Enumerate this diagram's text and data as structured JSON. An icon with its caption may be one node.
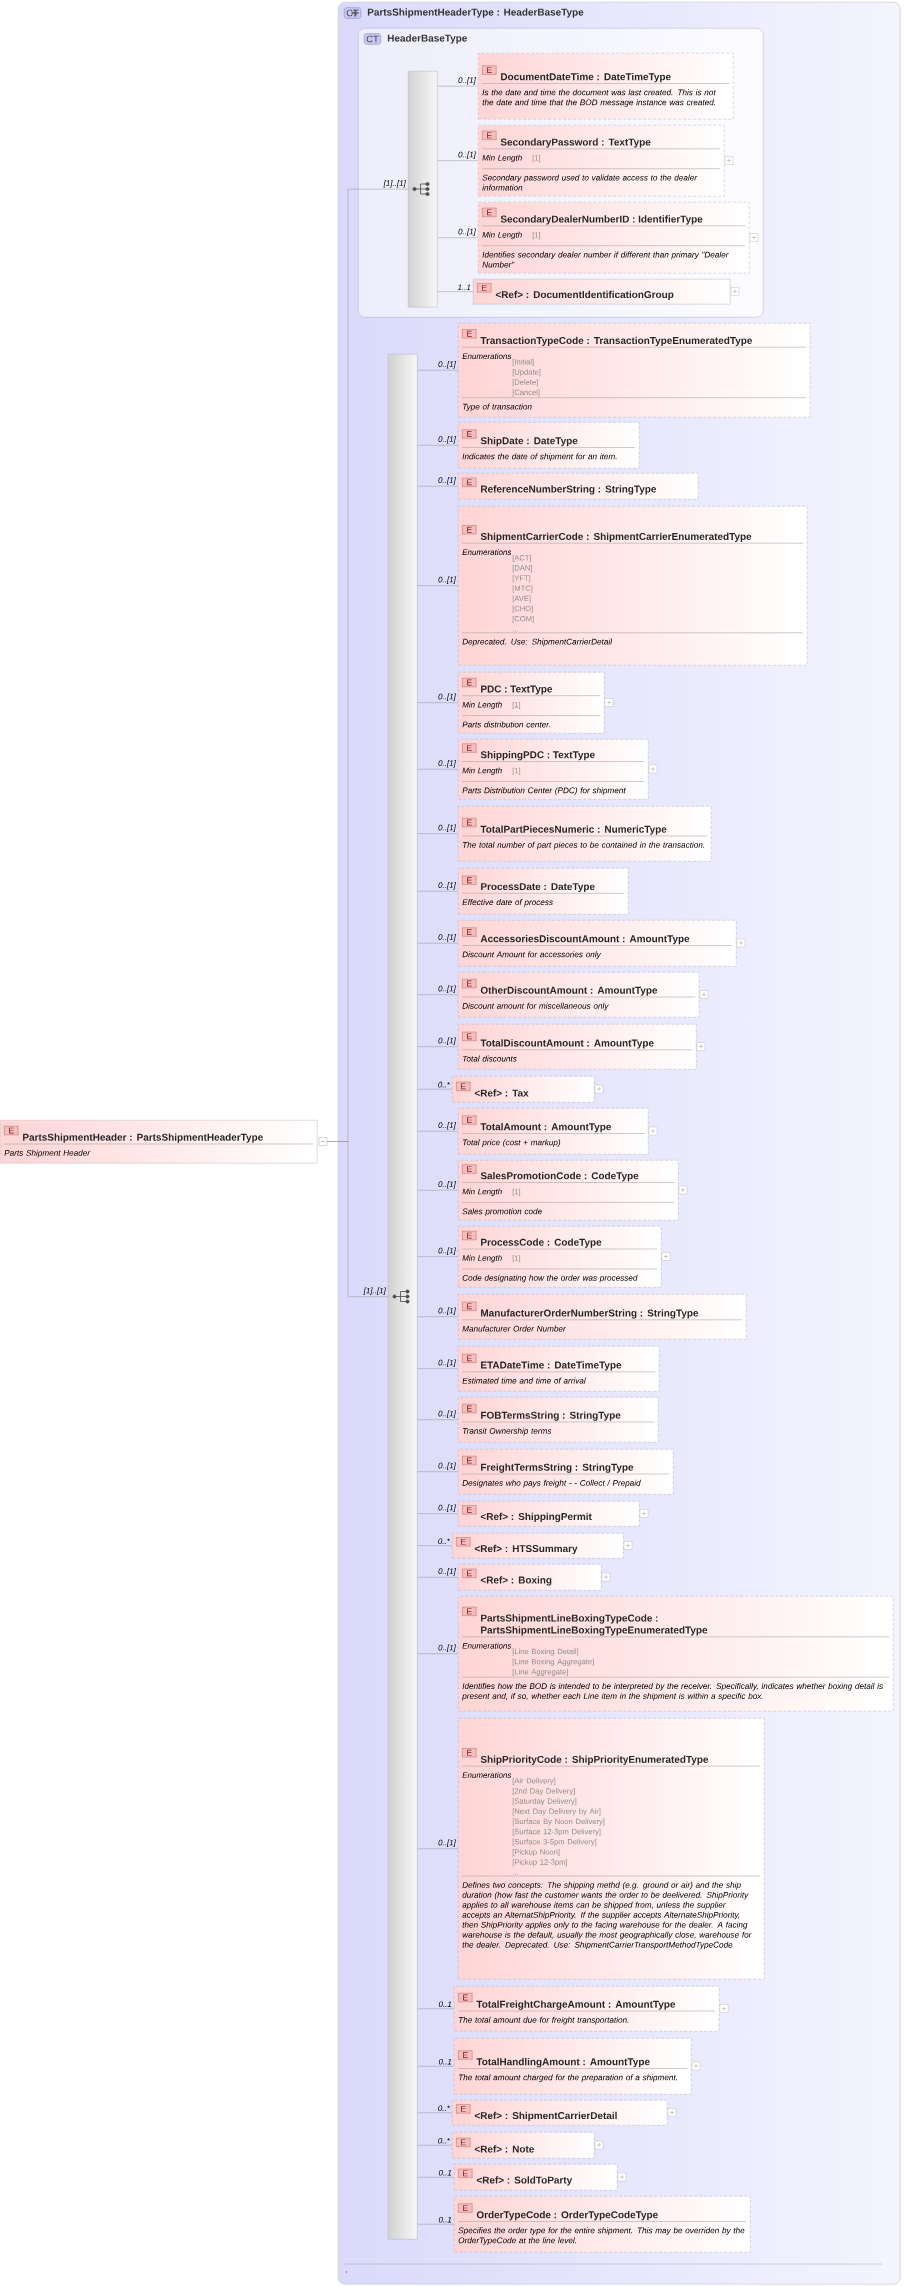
{
  "diagram": {
    "nodes": [
      {
        "text": [
          "E",
          "PartsShipmentHeader : PartsShipmentHeaderType",
          "Parts Shipment Header"
        ]
      },
      {
        "text": [
          "CT",
          "PartsShipmentHeaderType : HeaderBaseType",
          "."
        ]
      },
      {
        "text": [
          "CT",
          "HeaderBaseType"
        ],
        "in": 1
      },
      {
        "text": [],
        "shape": "bar",
        "in": 2
      },
      {
        "text": [
          "E",
          "DocumentDateTime : DateTimeType",
          "Is the date and time the document was last created. This is not the date and time that the BOD message instance was created."
        ],
        "in": 2
      },
      {
        "text": [
          "E",
          "SecondaryPassword : TextType",
          "Min Length",
          "[1]",
          "Secondary password used to validate access to the dealer information"
        ],
        "in": 2
      },
      {
        "text": [
          "E",
          "SecondaryDealerNumberID : IdentifierType",
          "Min Length",
          "[1]",
          "Identifies secondary dealer number if different than primary \"Dealer Number\""
        ],
        "in": 2
      },
      {
        "text": [
          "E",
          "<Ref> : DocumentIdentificationGroup"
        ],
        "in": 2
      },
      {
        "text": [],
        "shape": "bar",
        "in": 1
      },
      {
        "text": [
          "E",
          "TransactionTypeCode : TransactionTypeEnumeratedType",
          "Enumerations",
          "[Initial]",
          "[Update]",
          "[Delete]",
          "[Cancel]",
          "Type of transaction"
        ],
        "in": 1
      },
      {
        "text": [
          "E",
          "ShipDate : DateType",
          "Indicates the date of shipment for an item."
        ],
        "in": 1
      },
      {
        "text": [
          "E",
          "ReferenceNumberString : StringType"
        ],
        "in": 1
      },
      {
        "text": [
          "E",
          "ShipmentCarrierCode : ShipmentCarrierEnumeratedType",
          "Enumerations",
          "[ACT]",
          "[DAN]",
          "[YFT]",
          "[MTC]",
          "[AVE]",
          "[CHO]",
          "[COM]",
          "...",
          "Deprecated. Use: ShipmentCarrierDetail"
        ],
        "in": 1
      },
      {
        "text": [
          "E",
          "PDC : TextType",
          "Min Length",
          "[1]",
          "Parts distribution center."
        ],
        "in": 1
      },
      {
        "text": [
          "E",
          "ShippingPDC : TextType",
          "Min Length",
          "[1]",
          "Parts Distribution Center (PDC) for shipment"
        ],
        "in": 1
      },
      {
        "text": [
          "E",
          "TotalPartPiecesNumeric : NumericType",
          "The total number of part pieces to be contained in the transaction."
        ],
        "in": 1
      },
      {
        "text": [
          "E",
          "ProcessDate : DateType",
          "Effective date of process"
        ],
        "in": 1
      },
      {
        "text": [
          "E",
          "AccessoriesDiscountAmount : AmountType",
          "Discount Amount for accessories only"
        ],
        "in": 1
      },
      {
        "text": [
          "E",
          "OtherDiscountAmount : AmountType",
          "Discount amount for miscellaneous only"
        ],
        "in": 1
      },
      {
        "text": [
          "E",
          "TotalDiscountAmount : AmountType",
          "Total discounts"
        ],
        "in": 1
      },
      {
        "text": [
          "E",
          "<Ref> : Tax"
        ],
        "in": 1
      },
      {
        "text": [
          "E",
          "TotalAmount : AmountType",
          "Total price (cost + markup)"
        ],
        "in": 1
      },
      {
        "text": [
          "E",
          "SalesPromotionCode : CodeType",
          "Min Length",
          "[1]",
          "Sales promotion code"
        ],
        "in": 1
      },
      {
        "text": [
          "E",
          "ProcessCode : CodeType",
          "Min Length",
          "[1]",
          "Code designating how the order was processed"
        ],
        "in": 1
      },
      {
        "text": [
          "E",
          "ManufacturerOrderNumberString : StringType",
          "Manufacturer Order Number"
        ],
        "in": 1
      },
      {
        "text": [
          "E",
          "ETADateTime : DateTimeType",
          "Estimated time and time of arrival"
        ],
        "in": 1
      },
      {
        "text": [
          "E",
          "FOBTermsString : StringType",
          "Transit Ownership terms"
        ],
        "in": 1
      },
      {
        "text": [
          "E",
          "FreightTermsString : StringType",
          "Designates who pays freight - - Collect / Prepaid"
        ],
        "in": 1
      },
      {
        "text": [
          "E",
          "<Ref> : ShippingPermit"
        ],
        "in": 1
      },
      {
        "text": [
          "E",
          "<Ref> : HTSSummary"
        ],
        "in": 1
      },
      {
        "text": [
          "E",
          "<Ref> : Boxing"
        ],
        "in": 1
      },
      {
        "text": [
          "E",
          "PartsShipmentLineBoxingTypeCode : PartsShipmentLineBoxingTypeEnumeratedType",
          "Enumerations",
          "[Line Boxing Detail]",
          "[Line Boxing Aggregate]",
          "[Line Aggregate]",
          "Identifies how the BOD is intended to be interpreted by the receiver. Specifically, indicates whether boxing detail is present and, if so, whether each Line item in the shipment is within a specific box."
        ],
        "in": 1
      },
      {
        "text": [
          "E",
          "ShipPriorityCode : ShipPriorityEnumeratedType",
          "Enumerations",
          "[Air Delivery]",
          "[2nd Day Delivery]",
          "[Saturday Delivery]",
          "[Next Day Delivery by Air]",
          "[Surface By Noon Delivery]",
          "[Surface 12-3pm Delivery]",
          "[Surface 3-5pm Delivery]",
          "[Pickup Noon]",
          "[Pickup 12-3pm]",
          "...",
          "Defines two concepts: The shipping methd (e.g. ground or air) and the ship duration (how fast the customer wants the order to be deelivered. ShipPriority applies to all warehouse items can be shipped from, unless the supplier accepts an AlternatShipPriority. If the supplier accepts AlternateShipPriority, then ShipPriority applies only to the facing warehouse for the dealer. A facing warehouse is the default, usually the most geographically close, warehouse for the dealer. Deprecated. Use: ShipmentCarrierTransportMethodTypeCode"
        ],
        "in": 1
      },
      {
        "text": [
          "E",
          "TotalFreightChargeAmount : AmountType",
          "The total amount due for freight transportation."
        ],
        "in": 1
      },
      {
        "text": [
          "E",
          "TotalHandlingAmount : AmountType",
          "The total amount charged for the preparation of a shipment."
        ],
        "in": 1
      },
      {
        "text": [
          "E",
          "<Ref> : ShipmentCarrierDetail"
        ],
        "in": 1
      },
      {
        "text": [
          "E",
          "<Ref> : Note"
        ],
        "in": 1
      },
      {
        "text": [
          "E",
          "<Ref> : SoldToParty"
        ],
        "in": 1
      },
      {
        "text": [
          "E",
          "OrderTypeCode : OrderTypeCodeType",
          "Specifies the order type for the entire shipment.  This may be overriden by the OrderTypeCode at the line level."
        ],
        "in": 1
      }
    ],
    "edges": [
      {
        "from": 0,
        "to": 3,
        "arrow": "none",
        "label": "[1]..[1]"
      },
      {
        "from": 0,
        "to": 8,
        "arrow": "none",
        "label": "[1]..[1]"
      },
      {
        "from": 3,
        "to": 4,
        "arrow": "none",
        "label": "0..[1]"
      },
      {
        "from": 3,
        "to": 5,
        "arrow": "none",
        "label": "0..[1]"
      },
      {
        "from": 3,
        "to": 6,
        "arrow": "none",
        "label": "0..[1]"
      },
      {
        "from": 3,
        "to": 7,
        "arrow": "none",
        "label": "1..1"
      },
      {
        "from": 8,
        "to": 9,
        "arrow": "none",
        "label": "0..[1]"
      },
      {
        "from": 8,
        "to": 10,
        "arrow": "none",
        "label": "0..[1]"
      },
      {
        "from": 8,
        "to": 11,
        "arrow": "none",
        "label": "0..[1]"
      },
      {
        "from": 8,
        "to": 12,
        "arrow": "none",
        "label": "0..[1]"
      },
      {
        "from": 8,
        "to": 13,
        "arrow": "none",
        "label": "0..[1]"
      },
      {
        "from": 8,
        "to": 14,
        "arrow": "none",
        "label": "0..[1]"
      },
      {
        "from": 8,
        "to": 15,
        "arrow": "none",
        "label": "0..[1]"
      },
      {
        "from": 8,
        "to": 16,
        "arrow": "none",
        "label": "0..[1]"
      },
      {
        "from": 8,
        "to": 17,
        "arrow": "none",
        "label": "0..[1]"
      },
      {
        "from": 8,
        "to": 18,
        "arrow": "none",
        "label": "0..[1]"
      },
      {
        "from": 8,
        "to": 19,
        "arrow": "none",
        "label": "0..[1]"
      },
      {
        "from": 8,
        "to": 20,
        "arrow": "none",
        "label": "0..*"
      },
      {
        "from": 8,
        "to": 21,
        "arrow": "none",
        "label": "0..[1]"
      },
      {
        "from": 8,
        "to": 22,
        "arrow": "none",
        "label": "0..[1]"
      },
      {
        "from": 8,
        "to": 23,
        "arrow": "none",
        "label": "0..[1]"
      },
      {
        "from": 8,
        "to": 24,
        "arrow": "none",
        "label": "0..[1]"
      },
      {
        "from": 8,
        "to": 25,
        "arrow": "none",
        "label": "0..[1]"
      },
      {
        "from": 8,
        "to": 26,
        "arrow": "none",
        "label": "0..[1]"
      },
      {
        "from": 8,
        "to": 27,
        "arrow": "none",
        "label": "0..[1]"
      },
      {
        "from": 8,
        "to": 28,
        "arrow": "none",
        "label": "0..[1]"
      },
      {
        "from": 8,
        "to": 29,
        "arrow": "none",
        "label": "0..*"
      },
      {
        "from": 8,
        "to": 30,
        "arrow": "none",
        "label": "0..[1]"
      },
      {
        "from": 8,
        "to": 31,
        "arrow": "none",
        "label": "0..[1]"
      },
      {
        "from": 8,
        "to": 32,
        "arrow": "none",
        "label": "0..[1]"
      },
      {
        "from": 8,
        "to": 33,
        "arrow": "none",
        "label": "0..1"
      },
      {
        "from": 8,
        "to": 34,
        "arrow": "none",
        "label": "0..1"
      },
      {
        "from": 8,
        "to": 35,
        "arrow": "none",
        "label": "0..*"
      },
      {
        "from": 8,
        "to": 36,
        "arrow": "none",
        "label": "0..*"
      },
      {
        "from": 8,
        "to": 37,
        "arrow": "none",
        "label": "0..1"
      },
      {
        "from": 8,
        "to": 38,
        "arrow": "none",
        "label": "0..1"
      }
    ]
  }
}
